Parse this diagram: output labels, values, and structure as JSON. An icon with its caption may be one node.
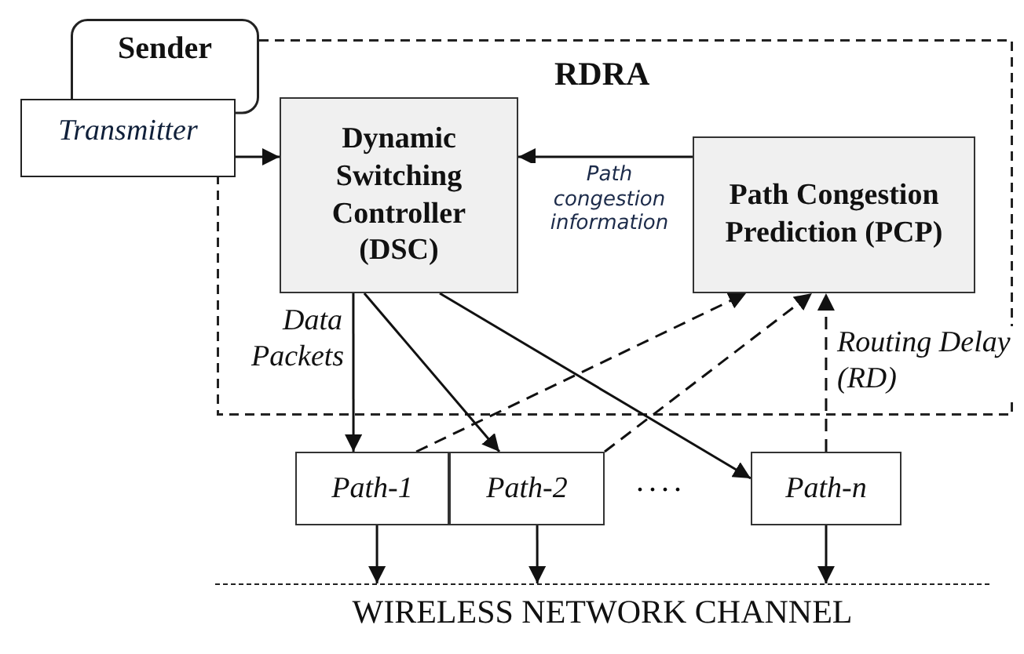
{
  "diagram": {
    "nodes": [
      {
        "text": [
          "Sender"
        ]
      },
      {
        "text": [
          "Transmitter"
        ]
      },
      {
        "text": [
          "RDRA"
        ]
      },
      {
        "text": [
          "Dynamic Switching Controller (DSC)"
        ],
        "in": 2
      },
      {
        "text": [
          "Path Congestion Prediction (PCP)"
        ],
        "in": 2
      },
      {
        "text": [
          "Path-1"
        ]
      },
      {
        "text": [
          "Path-2"
        ]
      },
      {
        "text": [
          "Path-n"
        ]
      },
      {
        "text": [
          "WIRELESS NETWORK CHANNEL"
        ]
      }
    ],
    "edges": [
      {
        "from": 1,
        "to": 3,
        "arrow": "to"
      },
      {
        "from": 4,
        "to": 3,
        "arrow": "to",
        "label": "Path congestion information"
      },
      {
        "from": 3,
        "to": 5,
        "arrow": "to",
        "label": "Data Packets"
      },
      {
        "from": 3,
        "to": 6,
        "arrow": "to"
      },
      {
        "from": 3,
        "to": 7,
        "arrow": "to"
      },
      {
        "from": 5,
        "to": 4,
        "arrow": "to",
        "style": "dashed"
      },
      {
        "from": 6,
        "to": 4,
        "arrow": "to",
        "style": "dashed"
      },
      {
        "from": 7,
        "to": 4,
        "arrow": "to",
        "style": "dashed",
        "label": "Routing Delay (RD)"
      },
      {
        "from": 5,
        "to": 8,
        "arrow": "to"
      },
      {
        "from": 6,
        "to": 8,
        "arrow": "to"
      },
      {
        "from": 7,
        "to": 8,
        "arrow": "to"
      }
    ],
    "labels": [
      "...."
    ]
  }
}
